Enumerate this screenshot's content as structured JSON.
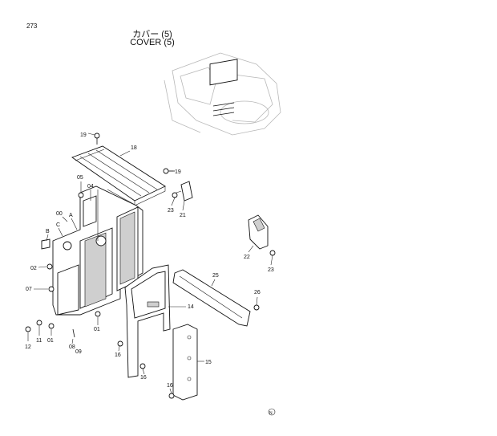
{
  "header": {
    "page_number": "273",
    "title_jp": "カバー (5)",
    "title_en": "COVER (5)"
  },
  "callouts": {
    "c19a": "19",
    "c18": "18",
    "c19b": "19",
    "c05": "05",
    "c04": "04",
    "c00": "00",
    "cA": "A",
    "cC": "C",
    "cB": "B",
    "c02": "02",
    "c07": "07",
    "c12": "12",
    "c11": "11",
    "c01a": "01",
    "c08": "08",
    "c09": "09",
    "c01b": "01",
    "c23a": "23",
    "c21": "21",
    "c22": "22",
    "c23b": "23",
    "c25": "25",
    "c26": "26",
    "c14": "14",
    "c16a": "16",
    "c16b": "16",
    "c15": "15",
    "c16c": "16"
  },
  "footer": {
    "mark": "N"
  }
}
